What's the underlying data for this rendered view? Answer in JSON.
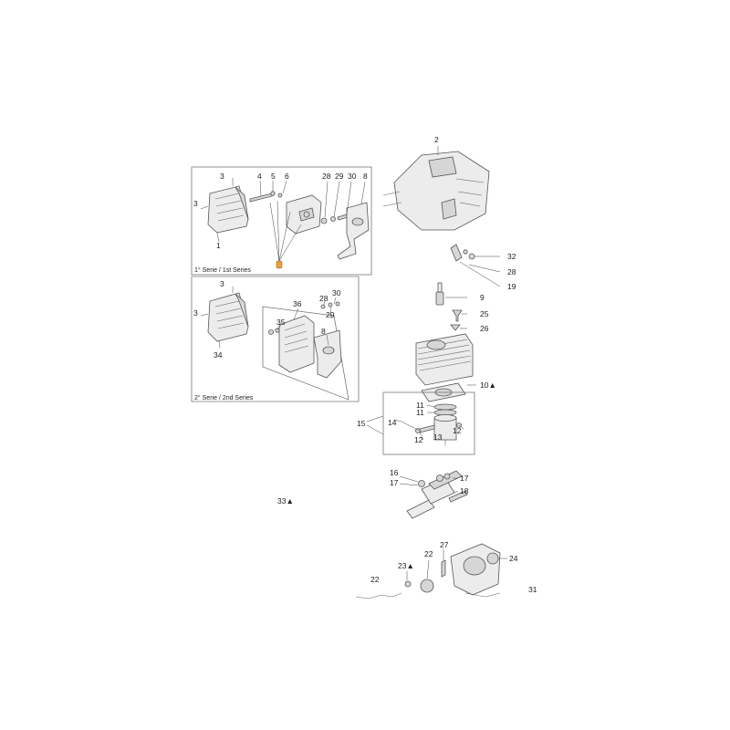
{
  "panels": {
    "series1": "1° Serie / 1st Series",
    "series2": "2° Serie / 2nd Series"
  },
  "labels": {
    "l2": "2",
    "l3a": "3",
    "l3b": "3",
    "l4": "4",
    "l5": "5",
    "l6": "6",
    "l28a": "28",
    "l29a": "29",
    "l30a": "30",
    "l8a": "8",
    "l1": "1",
    "l32": "32",
    "l28b": "28",
    "l19": "19",
    "l9": "9",
    "l25": "25",
    "l26": "26",
    "l3c": "3",
    "l3d": "3",
    "l34": "34",
    "l36": "36",
    "l35": "35",
    "l28c": "28",
    "l30b": "30",
    "l29b": "29",
    "l8b": "8",
    "l10": "10▲",
    "l11a": "11",
    "l11b": "11",
    "l14": "14",
    "l15": "15",
    "l12a": "12",
    "l12b": "12",
    "l13": "13",
    "l16": "16",
    "l17a": "17",
    "l17b": "17",
    "l18": "18",
    "l33": "33▲",
    "l22a": "22",
    "l27": "27",
    "l24": "24",
    "l23": "23▲",
    "l22b": "22",
    "l31": "31"
  },
  "colors": {
    "highlight": "#e8a040",
    "line": "#444444",
    "part_fill": "#ececec"
  }
}
